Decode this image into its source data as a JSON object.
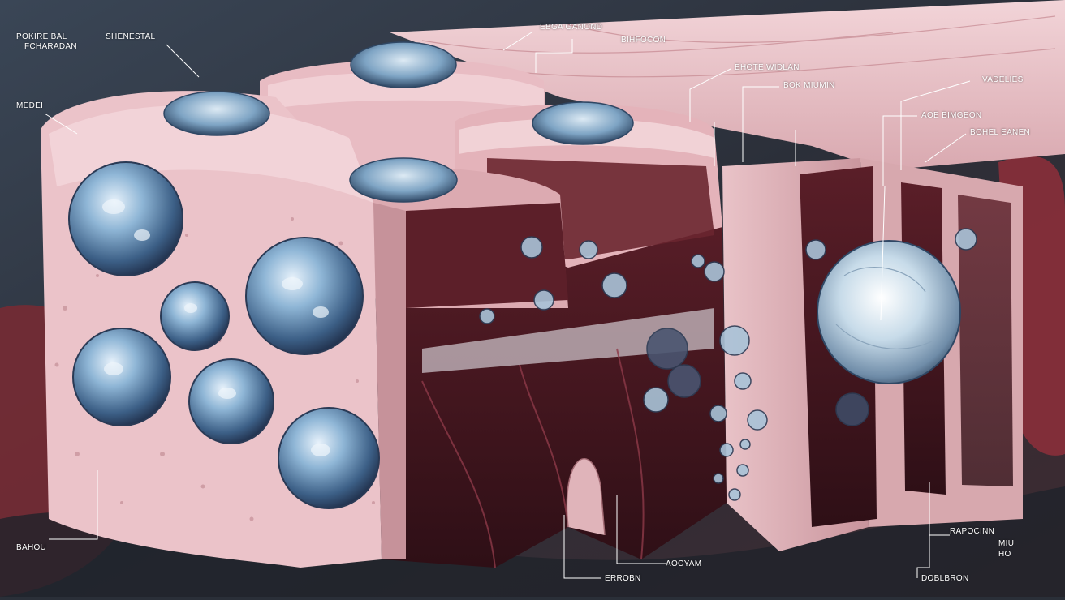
{
  "diagram": {
    "labels": {
      "potential": "POKIRE BAL",
      "faction": "FCHARADAN",
      "sheneral": "SHENESTAL",
      "medei": "MEDEI",
      "bahou": "BAHOU",
      "ebga": "EBGA GANOND",
      "bilhfocon": "BIHFOCON",
      "ehote": "EHOTE WIDLAN",
      "bok": "BOK MIUMIN",
      "vadelies": "VADELIES",
      "aoe": "AOE BIMGEON",
      "bohel": "BOHEL EANEN",
      "rapocinn": "RAPOCINN",
      "miu": "MIU",
      "ho": "HO",
      "doblbron": "DOBLBRON",
      "aocyam": "AOCYAM",
      "errobn": "ERROBN"
    },
    "colors": {
      "background": "#2a2f38",
      "tissue": "#e6b9c0",
      "tissue_dark": "#6e2a34",
      "nucleus": "#6f9fc4",
      "leader": "#ffffff"
    }
  }
}
